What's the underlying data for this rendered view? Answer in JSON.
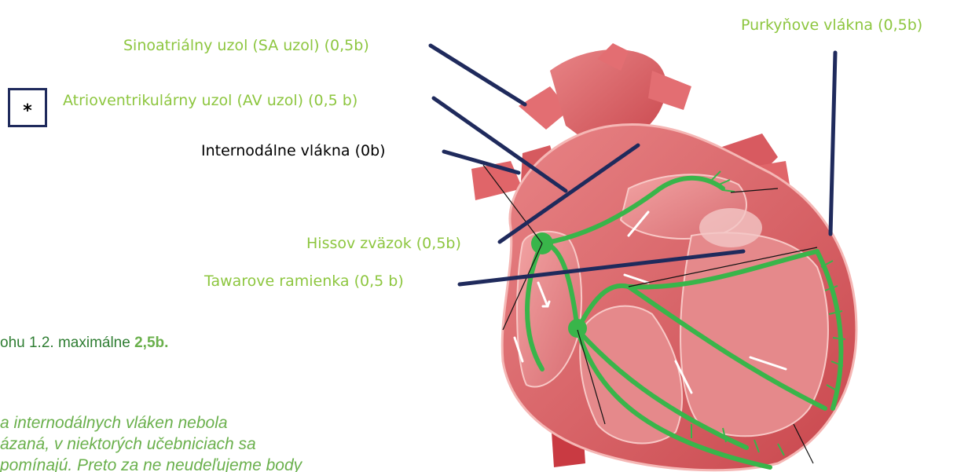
{
  "labels": {
    "sa_node": "Sinoatriálny uzol (SA uzol) (0,5b)",
    "av_node": "Atrioventrikulárny uzol (AV uzol) (0,5 b)",
    "internodal": "Internodálne vlákna (0b)",
    "his_bundle": "Hissov zväzok (0,5b)",
    "tawara": "Tawarove ramienka (0,5 b)",
    "purkinje": "Purkyňove vlákna (0,5b)"
  },
  "marker": "*",
  "note_score": {
    "prefix": "ohu 1.2. maximálne ",
    "bold": "2,5b."
  },
  "note_italic": {
    "line1": "a internodálnych vláken nebola",
    "line2": "ázaná, v niektorých učebniciach sa",
    "line3": "pomínajú. Preto za ne neudeľujeme body"
  },
  "colors": {
    "label_green": "#8dc63f",
    "pointer_line": "#1f2a5c",
    "conduction": "#39b54a",
    "heart": "#e0787a"
  }
}
